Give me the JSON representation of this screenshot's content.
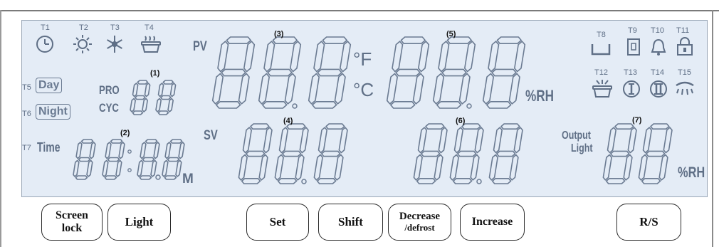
{
  "display": {
    "indicator_labels": {
      "t1": "T1",
      "t2": "T2",
      "t3": "T3",
      "t4": "T4",
      "t5": "T5",
      "t6": "T6",
      "t7": "T7",
      "t8": "T8",
      "t9": "T9",
      "t10": "T10",
      "t11": "T11",
      "t12": "T12",
      "t13": "T13",
      "t14": "T14",
      "t15": "T15"
    },
    "icons": {
      "t1": "clock-icon",
      "t2": "sun-icon",
      "t3": "snowflake-icon",
      "t4": "steam-bowl-icon",
      "t8": "tray-icon",
      "t9": "door-icon",
      "t10": "bell-icon",
      "t11": "lock-icon",
      "t12": "humidifier-icon",
      "t13": "roman-one-icon",
      "t14": "roman-two-icon",
      "t15": "light-icon"
    },
    "pv_label": "PV",
    "sv_label": "SV",
    "pro_label": "PRO",
    "cyc_label": "CYC",
    "day_label": "Day",
    "night_label": "Night",
    "time_label": "Time",
    "output_label": "Output",
    "light_label": "Light",
    "unit_f": "°F",
    "unit_c": "°C",
    "unit_rh_top": "%RH",
    "unit_rh_bottom": "%RH",
    "unit_m": "M",
    "zone_markers": {
      "z1": "(1)",
      "z2": "(2)",
      "z3": "(3)",
      "z4": "(4)",
      "z5": "(5)",
      "z6": "(6)",
      "z7": "(7)"
    },
    "digit_value": "8"
  },
  "buttons": {
    "screen_lock": {
      "line1": "Screen",
      "line2": "lock"
    },
    "light": "Light",
    "set": "Set",
    "shift": "Shift",
    "decrease": {
      "line1": "Decrease",
      "line2": "/defrost"
    },
    "increase": "Increase",
    "run_stop": "R/S"
  },
  "colors": {
    "lcd_background": "#e4ecf6",
    "segment_outline": "#6b7b92",
    "label_text": "#5f6f86"
  }
}
